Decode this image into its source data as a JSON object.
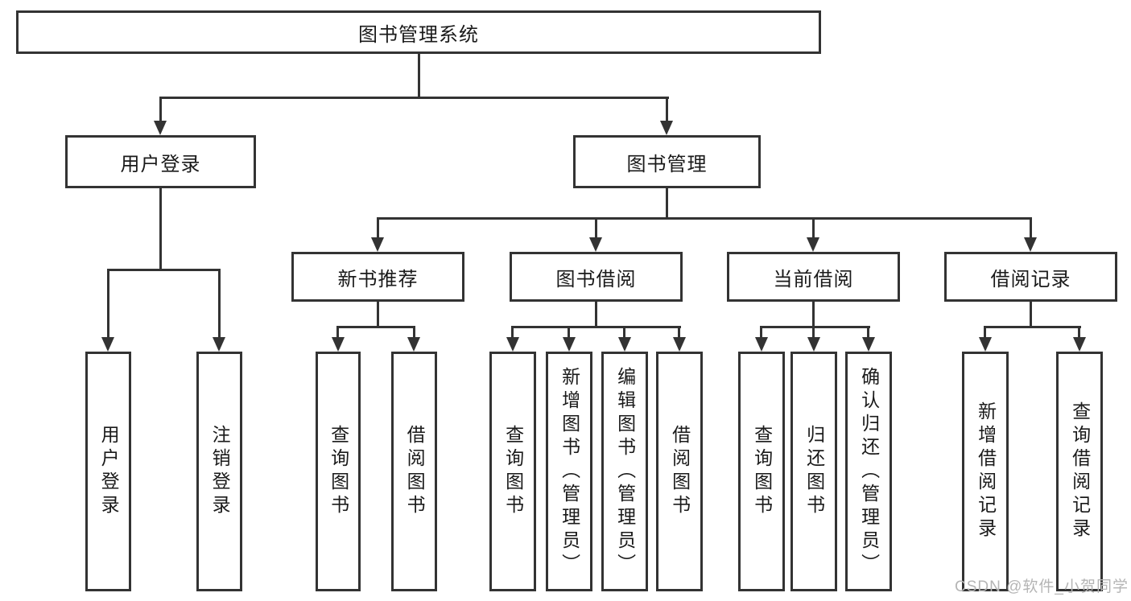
{
  "watermark": "CSDN @软件_小贺同学",
  "colors": {
    "line": "#333333",
    "text": "#1a1a1a",
    "watermark": "#b5b5b5",
    "background": "#ffffff"
  },
  "tree": {
    "root": {
      "label": "图书管理系统",
      "children": [
        {
          "label": "用户登录",
          "children": [
            {
              "label": "用户登录"
            },
            {
              "label": "注销登录"
            }
          ]
        },
        {
          "label": "图书管理",
          "children": [
            {
              "label": "新书推荐",
              "children": [
                {
                  "label": "查询图书"
                },
                {
                  "label": "借阅图书"
                }
              ]
            },
            {
              "label": "图书借阅",
              "children": [
                {
                  "label": "查询图书"
                },
                {
                  "label": "新增图书（管理员）"
                },
                {
                  "label": "编辑图书（管理员）"
                },
                {
                  "label": "借阅图书"
                }
              ]
            },
            {
              "label": "当前借阅",
              "children": [
                {
                  "label": "查询图书"
                },
                {
                  "label": "归还图书"
                },
                {
                  "label": "确认归还（管理员）"
                }
              ]
            },
            {
              "label": "借阅记录",
              "children": [
                {
                  "label": "新增借阅记录"
                },
                {
                  "label": "查询借阅记录"
                }
              ]
            }
          ]
        }
      ]
    }
  }
}
